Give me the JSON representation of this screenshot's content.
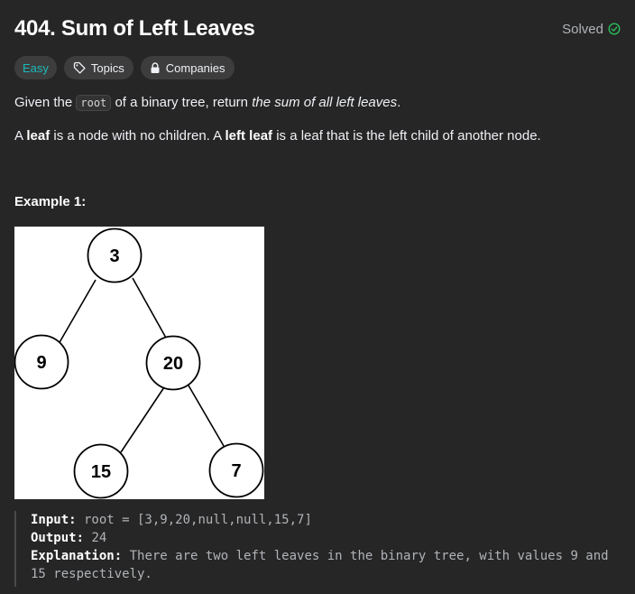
{
  "problem": {
    "title": "404. Sum of Left Leaves",
    "status": "Solved",
    "tags": {
      "difficulty": "Easy",
      "topics": "Topics",
      "companies": "Companies"
    },
    "desc1": {
      "pre": "Given the ",
      "code": "root",
      "mid": " of a binary tree, return ",
      "em": "the sum of all left leaves",
      "post": "."
    },
    "desc2": {
      "a": "A ",
      "b1": "leaf",
      "c": " is a node with no children. A ",
      "b2": "left leaf",
      "d": " is a leaf that is the left child of another node."
    }
  },
  "example": {
    "heading": "Example 1:",
    "tree_nodes": [
      "3",
      "9",
      "20",
      "15",
      "7"
    ],
    "input_label": "Input:",
    "input_value": " root = [3,9,20,null,null,15,7]",
    "output_label": "Output:",
    "output_value": " 24",
    "explanation_label": "Explanation:",
    "explanation_value": " There are two left leaves in the binary tree, with values 9 and 15 respectively."
  },
  "colors": {
    "background": "#262626",
    "easy": "#1cbaba",
    "solved_check": "#2cbb5d"
  },
  "icons": [
    "check-circle-icon",
    "tag-icon",
    "lock-icon"
  ]
}
